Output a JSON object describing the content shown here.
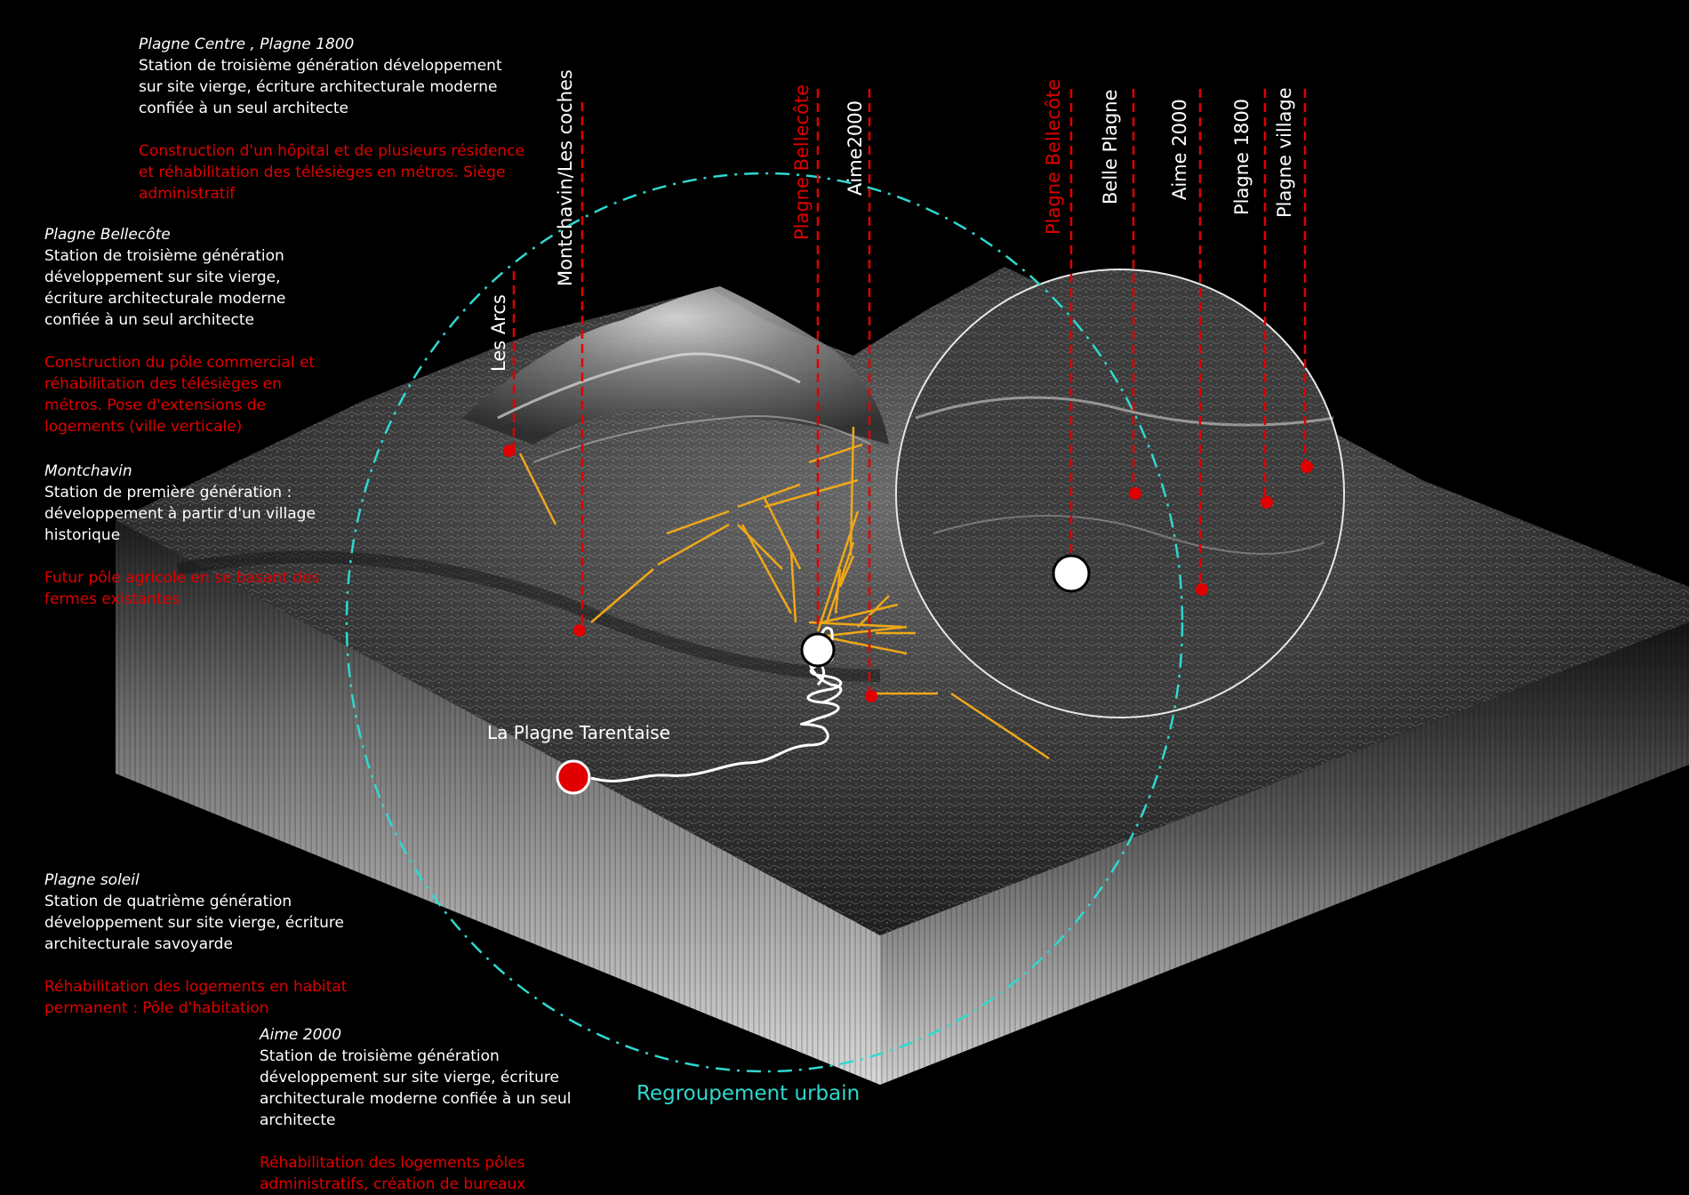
{
  "colors": {
    "accent_red": "#e00000",
    "link_yellow": "#f0a818",
    "circle_cyan": "#2fd8cf",
    "background": "#000000"
  },
  "notes": [
    {
      "title": "Plagne Centre , Plagne 1800",
      "desc": "Station de troisième génération développement sur site vierge, écriture architecturale moderne confiée à un seul architecte",
      "action": "Construction d'un hôpital et de plusieurs résidence et réhabilitation des télésièges en métros. Siège administratif"
    },
    {
      "title": "Plagne Bellecôte",
      "desc": "Station de troisième génération développement sur site vierge, écriture architecturale moderne confiée à un seul architecte",
      "action": "Construction du pôle commercial et réhabilitation des télésièges en métros. Pose d'extensions de logements (ville verticale)"
    },
    {
      "title": "Montchavin",
      "desc": "Station de première génération : développement à partir d'un village historique",
      "action": "Futur pôle agricole en se basant des fermes existantes"
    },
    {
      "title": "Plagne soleil",
      "desc": "Station de quatrième génération développement sur site vierge, écriture architecturale savoyarde",
      "action": "Réhabilitation des logements en habitat permanent : Pôle d'habitation"
    },
    {
      "title": "Aime 2000",
      "desc": "Station de troisième génération développement sur site vierge, écriture architecturale moderne confiée à un seul architecte",
      "action": "Réhabilitation des logements pôles administratifs, création de bureaux"
    }
  ],
  "station_labels": [
    {
      "text": "Les Arcs",
      "color": "#ffffff"
    },
    {
      "text": "Montchavin/Les coches",
      "color": "#ffffff"
    },
    {
      "text": "Plagne Bellecôte",
      "color": "#e00000"
    },
    {
      "text": "Aime2000",
      "color": "#ffffff"
    },
    {
      "text": "Plagne Bellecôte",
      "color": "#e00000"
    },
    {
      "text": "Belle Plagne",
      "color": "#ffffff"
    },
    {
      "text": "Aime 2000",
      "color": "#ffffff"
    },
    {
      "text": "Plagne 1800",
      "color": "#ffffff"
    },
    {
      "text": "Plagne village",
      "color": "#ffffff"
    }
  ],
  "map_labels": {
    "origin": "La Plagne Tarentaise",
    "circle": "Regroupement urbain"
  }
}
